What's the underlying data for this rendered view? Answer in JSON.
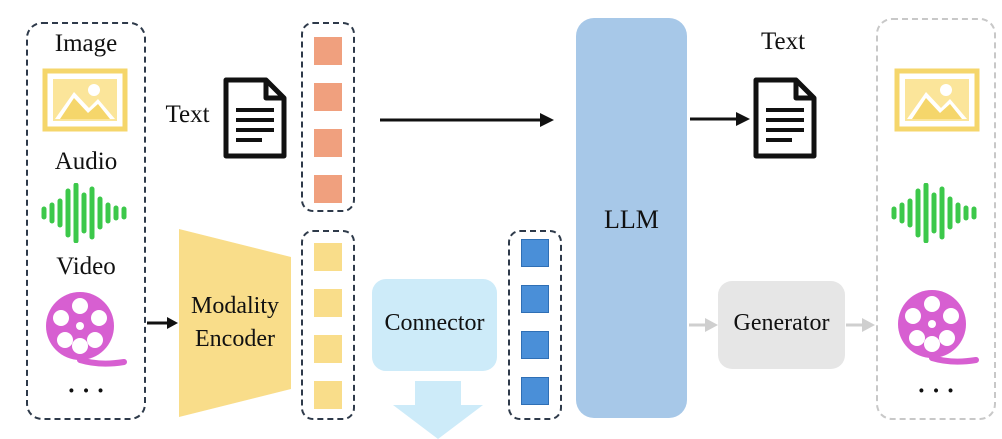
{
  "input": {
    "image_label": "Image",
    "audio_label": "Audio",
    "video_label": "Video",
    "more": "· · ·"
  },
  "text_input_label": "Text",
  "encoder": {
    "line1": "Modality",
    "line2": "Encoder"
  },
  "connector_label": "Connector",
  "llm_label": "LLM",
  "text_output_label": "Text",
  "generator_label": "Generator",
  "output": {
    "more": "· · ·"
  },
  "colors": {
    "orange_token": "#f0a07e",
    "yellow_token": "#f9dd8a",
    "blue_token": "#4a8fd8",
    "llm": "#a7c8e8",
    "connector": "#cdebf9",
    "generator": "#e6e6e6",
    "image_icon": "#f5d66b",
    "audio_icon": "#3cc84a",
    "video_icon": "#d75fd1"
  },
  "icons": [
    "image-icon",
    "audio-wave-icon",
    "video-reel-icon",
    "document-icon",
    "arrow-icon"
  ]
}
